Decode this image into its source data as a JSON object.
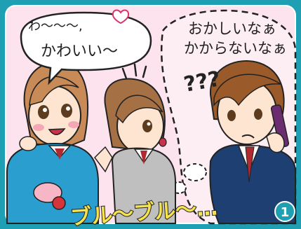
{
  "panel": {
    "number": "1"
  },
  "speech": {
    "exclaim": "わ〜〜〜,",
    "cute": "かわいい〜"
  },
  "thought": {
    "line1": "おかしいなぁ",
    "line2": "かからないなぁ",
    "confused": "???"
  },
  "sound_effect": {
    "buzz": "ブル〜ブル〜…"
  },
  "colors": {
    "frame": "#1f9fb3",
    "panel_bg": "#fde3ee",
    "sweater": "#2a9fcf",
    "blazer": "#1d3f72",
    "sfx_yellow": "#f6e24a",
    "badge": "#1f9fb3"
  }
}
